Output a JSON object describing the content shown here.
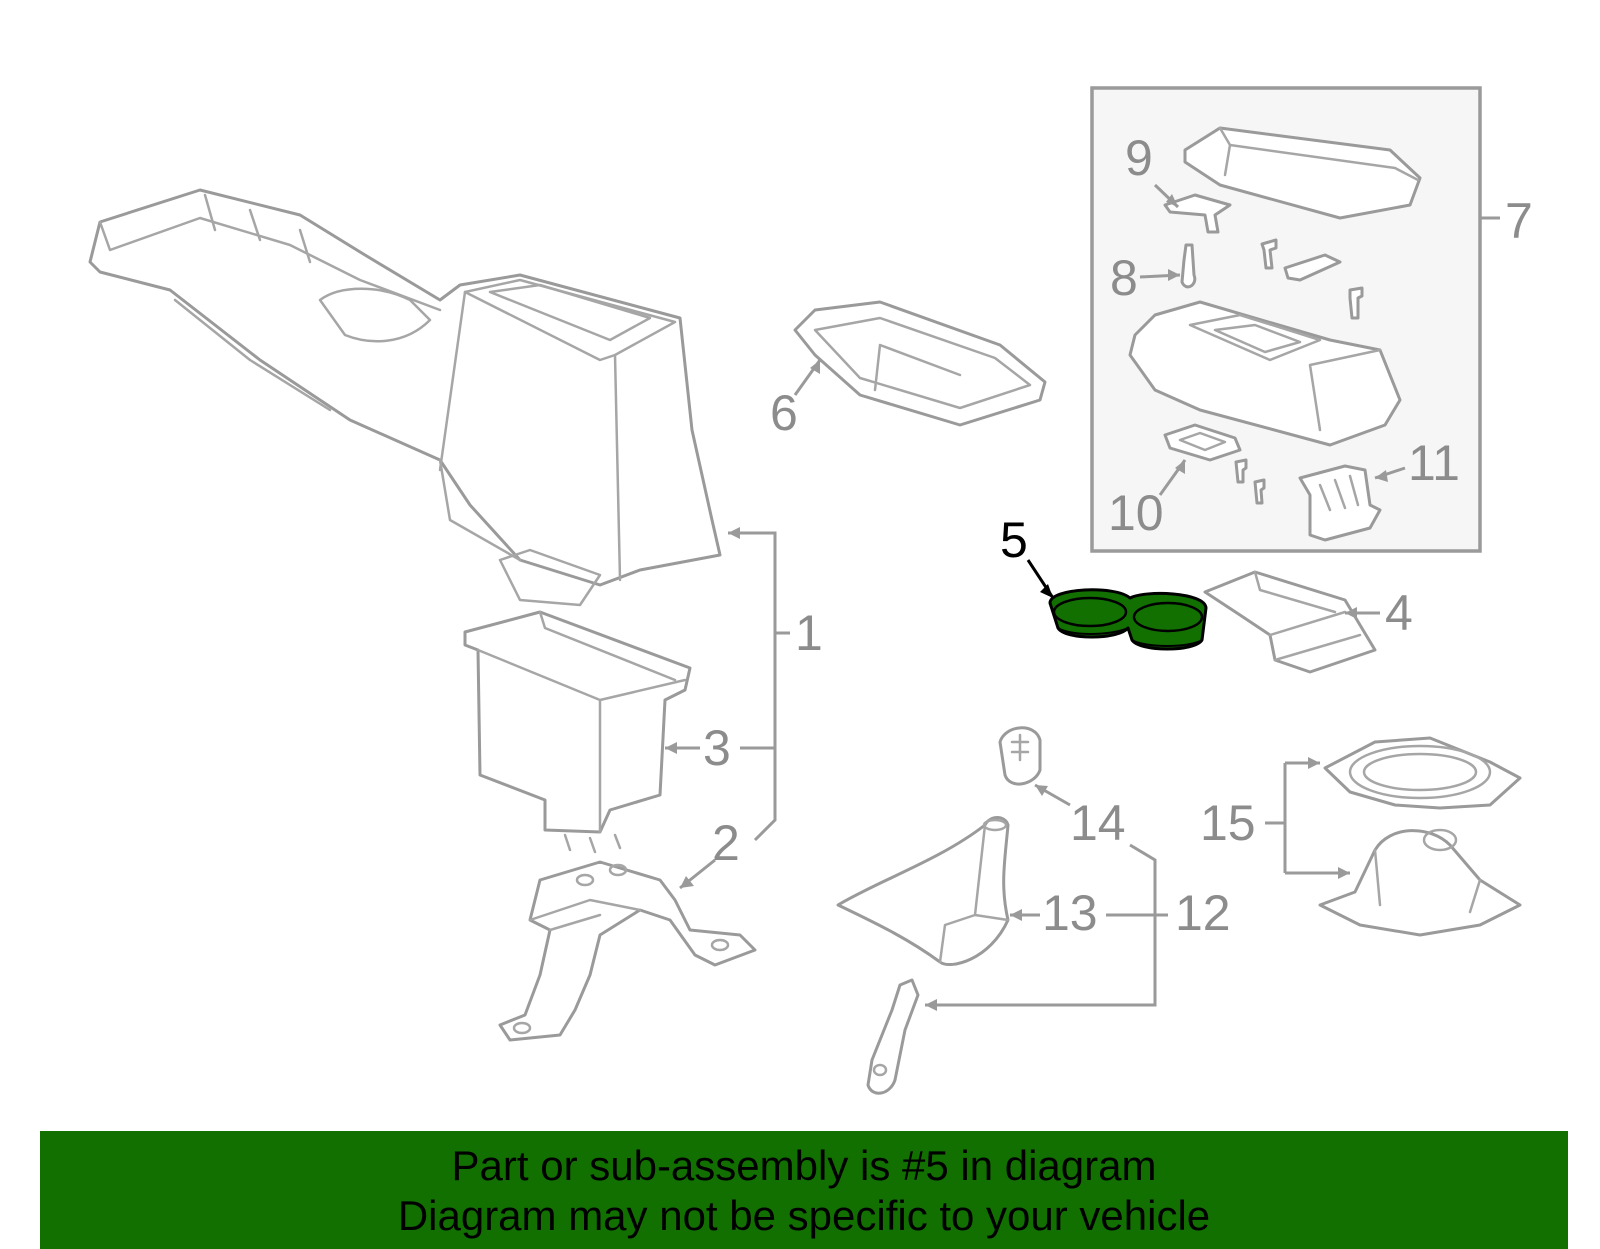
{
  "colors": {
    "highlight_fill": "#117000",
    "banner_bg": "#117000",
    "line_gray": "#9a9a9a",
    "label_gray": "#8c8c8c"
  },
  "highlighted_part": "5",
  "callouts": {
    "c1": "1",
    "c2": "2",
    "c3": "3",
    "c4": "4",
    "c5": "5",
    "c6": "6",
    "c7": "7",
    "c8": "8",
    "c9": "9",
    "c10": "10",
    "c11": "11",
    "c12": "12",
    "c13": "13",
    "c14": "14",
    "c15": "15"
  },
  "banner": {
    "line1": "Part or sub-assembly is #5 in diagram",
    "line2": "Diagram may not be specific to your vehicle"
  }
}
